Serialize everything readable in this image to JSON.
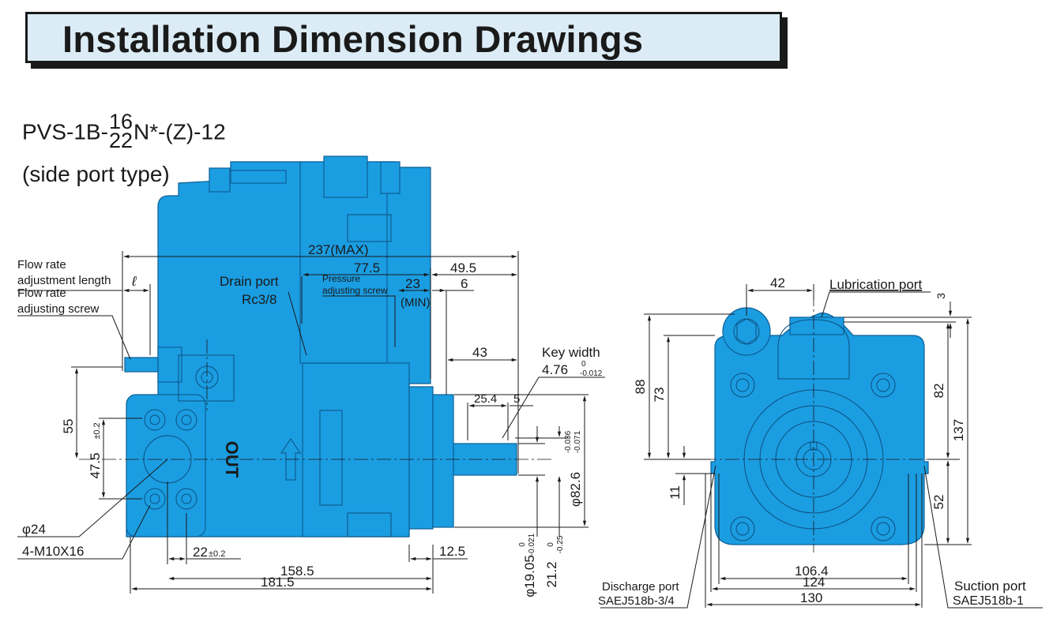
{
  "header": {
    "title": "Installation Dimension Drawings"
  },
  "model": {
    "prefix": "PVS-1B-",
    "num_top": "16",
    "num_bottom": "22",
    "suffix": "N*-(Z)-12",
    "variant": "(side port type)"
  },
  "side_view": {
    "flow_rate_adj_length": "Flow rate\nadjustment length",
    "ell": "ℓ",
    "flow_rate_adj_screw": "Flow rate\nadjusting screw",
    "drain_port": "Drain port",
    "drain_port_size": "Rc3/8",
    "pressure_adj_screw": "Pressure\nadjusting screw",
    "dim_max": "237(MAX)",
    "dim_77_5": "77.5",
    "dim_49_5": "49.5",
    "dim_23": "23",
    "dim_min": "(MIN)",
    "dim_6": "6",
    "dim_43": "43",
    "key_width": "Key width",
    "key_width_value": "4.76",
    "key_tol_upper": "0",
    "key_tol_lower": "-0.012",
    "dim_25_4": "25.4",
    "dim_5": "5",
    "dim_55": "55",
    "dim_47_5": "47.5",
    "tol_pm02": "±0.2",
    "pilot_diameter": "φ82.6",
    "pilot_tol_upper": "-0.036",
    "pilot_tol_lower": "-0.071",
    "port_dia": "φ24",
    "bolt_spec": "4-M10X16",
    "dim_22": "22",
    "dim_158_5": "158.5",
    "dim_181_5": "181.5",
    "dim_12_5": "12.5",
    "shaft_dia": "φ19.05",
    "shaft_tol_upper": "0",
    "shaft_tol_lower": "-0.021",
    "dim_21_2": "21.2",
    "d212_tol_upper": "0",
    "d212_tol_lower": "-0.25",
    "out_label": "OUT"
  },
  "front_view": {
    "dim_42": "42",
    "lubrication_port": "Lubrication port",
    "dim_3": "3",
    "dim_88": "88",
    "dim_73": "73",
    "dim_82": "82",
    "dim_137": "137",
    "dim_11": "11",
    "dim_52": "52",
    "dim_106_4": "106.4",
    "dim_124": "124",
    "dim_130": "130",
    "discharge_port": "Discharge port",
    "discharge_port_spec": "SAEJ518b-3/4",
    "suction_port": "Suction port",
    "suction_port_spec": "SAEJ518b-1"
  },
  "colors": {
    "body": "#1b9de2",
    "body_dark": "#0d6fae",
    "line": "#1a1a1a",
    "banner": "#dcecf6"
  }
}
